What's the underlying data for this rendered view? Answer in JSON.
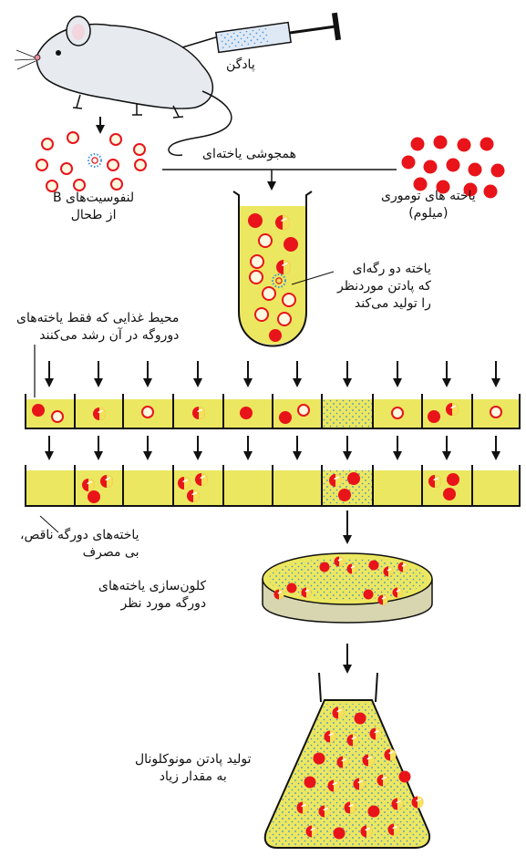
{
  "labels": {
    "antibody": "پادگن",
    "fusion": "همجوشی یاخته‌ای",
    "lymphocytes": [
      "لنفوسیت‌های B",
      "از طحال"
    ],
    "myeloma": [
      "یاخته های توموری",
      "(میلوم)"
    ],
    "hybrid_cell": [
      "یاخته دو رگه‌ای",
      "که پادتن موردنظر",
      "را تولید می‌کند"
    ],
    "selective_medium": [
      "محیط غذایی که فقط یاخته‌های",
      "دوروگه در آن رشد می‌کنند"
    ],
    "defective_hybrids": [
      "یاخته‌های دورگه ناقص،",
      "بی مصرف"
    ],
    "cloning": [
      "کلون‌سازی یاخته‌های",
      "دورگه مورد نظر"
    ],
    "production": [
      "تولید پادتن مونوکلونال",
      "به مقدار زیاد"
    ]
  },
  "colors": {
    "medium": "#ece760",
    "cell_red": "#e8141a",
    "dots": "#3b8fd6",
    "mouse": "#e7ebef",
    "outline": "#111111"
  },
  "icons": [
    "mouse-icon",
    "syringe-icon",
    "test-tube-icon",
    "petri-dish-icon",
    "flask-icon"
  ]
}
